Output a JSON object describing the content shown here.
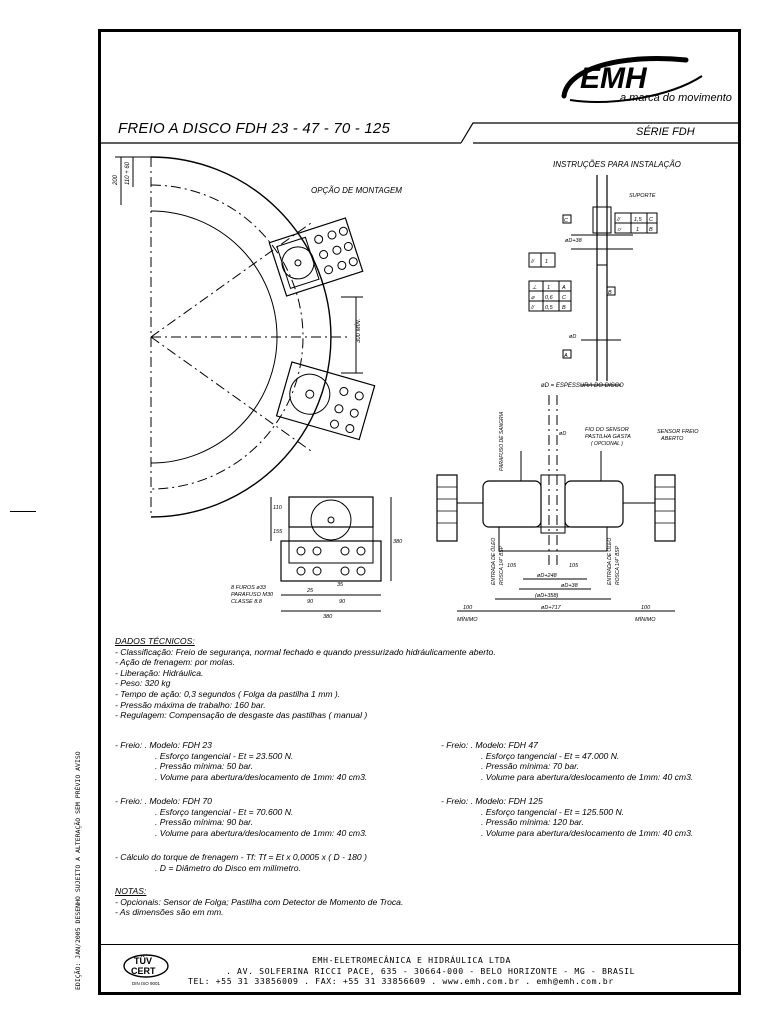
{
  "side_note": "EDIÇÃO: JAN/2005  DESENHO SUJEITO A ALTERAÇÃO SEM PRÉVIO AVISO",
  "logo": {
    "text": "EMH",
    "tagline": "a marca do movimento"
  },
  "title": "FREIO A DISCO FDH 23 - 47 - 70 - 125",
  "serie": "SÉRIE FDH",
  "drawing": {
    "left_label": "OPÇÃO DE MONTAGEM",
    "dim_left": [
      "200",
      "110 + 60"
    ],
    "dim_300": "300 MÍN.",
    "right_title": "INSTRUÇÕES PARA INSTALAÇÃO",
    "suporte": "SUPORTE",
    "d38": "øD+38",
    "tol_a": [
      "//",
      "1,5",
      "C"
    ],
    "tol_b": [
      "⌭",
      "1",
      "B"
    ],
    "tol_c": [
      "//",
      "1"
    ],
    "tol_d": [
      "⊥",
      "1",
      "A"
    ],
    "tol_e": [
      "⌀",
      "0,6",
      "C"
    ],
    "tol_f": [
      "//",
      "0,5",
      "B"
    ],
    "letter_a": "A",
    "letter_b": "B",
    "letter_c": "C",
    "dim_d": "øD",
    "espessura": "øD = ESPESSURA DO DISCO",
    "holes": [
      "8 FUROS ø33",
      "PARAFUSO M30",
      "CLASSE 8.8"
    ],
    "dims_front": [
      "110",
      "155",
      "380",
      "25",
      "35",
      "90",
      "90",
      "380"
    ],
    "sangria": "PARAFUSO DE SANGRIA",
    "fio": "FIO DO SENSOR",
    "pastilha": [
      "PASTILHA GASTA",
      "( OPCIONAL )"
    ],
    "sensor": [
      "SENSOR FREIO",
      "ABERTO"
    ],
    "entrada": [
      "ENTRADA DE ÓLEO",
      "ROSCA 1/4\" BSP"
    ],
    "dims_side": [
      "105",
      "105",
      "øD+248",
      "øD+38",
      "(øD+358)",
      "øD+717",
      "100",
      "100"
    ],
    "minimo": "MÍNIMO",
    "ed": "øD"
  },
  "tech": {
    "heading": "DADOS TÉCNICOS:",
    "items": [
      "- Classificação: Freio de segurança, normal fechado e quando pressurizado hidráulicamente aberto.",
      "- Ação de frenagem: por molas.",
      "- Liberação: Hidráulica.",
      "- Peso: 320 kg",
      "- Tempo de ação: 0,3 segundos ( Folga da pastilha 1 mm ).",
      "- Pressão máxima de trabalho: 160 bar.",
      "- Regulagem: Compensação de desgaste das pastilhas ( manual )"
    ],
    "models": [
      [
        "- Freio:  . Modelo:  FDH 23",
        ". Esforço tangencial - Et = 23.500 N.",
        ". Pressão mínima: 50 bar.",
        ". Volume para abertura/deslocamento de 1mm: 40 cm3."
      ],
      [
        "- Freio:  . Modelo:  FDH 47",
        ". Esforço tangencial - Et = 47.000 N.",
        ". Pressão mínima: 70 bar.",
        ". Volume para abertura/deslocamento de 1mm: 40 cm3."
      ],
      [
        "- Freio:  . Modelo:  FDH 70",
        ". Esforço tangencial - Et = 70.600 N.",
        ". Pressão mínima: 90 bar.",
        ". Volume para abertura/deslocamento de 1mm: 40 cm3."
      ],
      [
        "- Freio:  . Modelo:  FDH 125",
        ". Esforço tangencial - Et = 125.500 N.",
        ". Pressão mínima: 120 bar.",
        ". Volume para abertura/deslocamento de 1mm: 40 cm3."
      ]
    ],
    "torque": "- Cálculo do torque de frenagem - Tf:  Tf = Et x 0,0005 x ( D - 180 )",
    "torque2": ". D = Diâmetro do Disco em milímetro.",
    "notes_heading": "NOTAS:",
    "notes": [
      "- Opcionais: Sensor de Folga; Pastilha com Detector de Momento de Troca.",
      "- As dimensões são em mm."
    ]
  },
  "footer": {
    "company": "EMH-ELETROMECÂNICA E HIDRÁULICA LTDA",
    "address": ". AV. SOLFERINA RICCI PACE, 635 - 30664-000 - BELO HORIZONTE - MG - BRASIL",
    "contact": "TEL: +55 31 33856009 . FAX: +55 31 33856609 . www.emh.com.br . emh@emh.com.br",
    "cert": [
      "TÜV",
      "CERT",
      "DIN ISO 9001"
    ]
  }
}
